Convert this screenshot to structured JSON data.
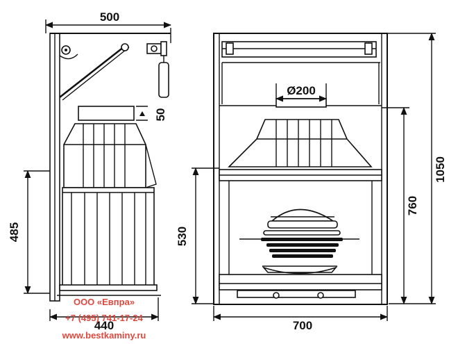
{
  "dimensions": {
    "top_width": "500",
    "chimney_offset": "50",
    "left_height": "485",
    "bottom_depth": "440",
    "flue_diameter": "Ø200",
    "front_door_height": "530",
    "front_height": "760",
    "total_height": "1050",
    "front_width": "700"
  },
  "watermark": {
    "company": "ООО «Евпра»",
    "phone": "+7 (495) 741-17-24",
    "website": "www.bestkaminy.ru"
  },
  "colors": {
    "line": "#111111",
    "watermark": "#e0483e",
    "background": "#ffffff"
  }
}
